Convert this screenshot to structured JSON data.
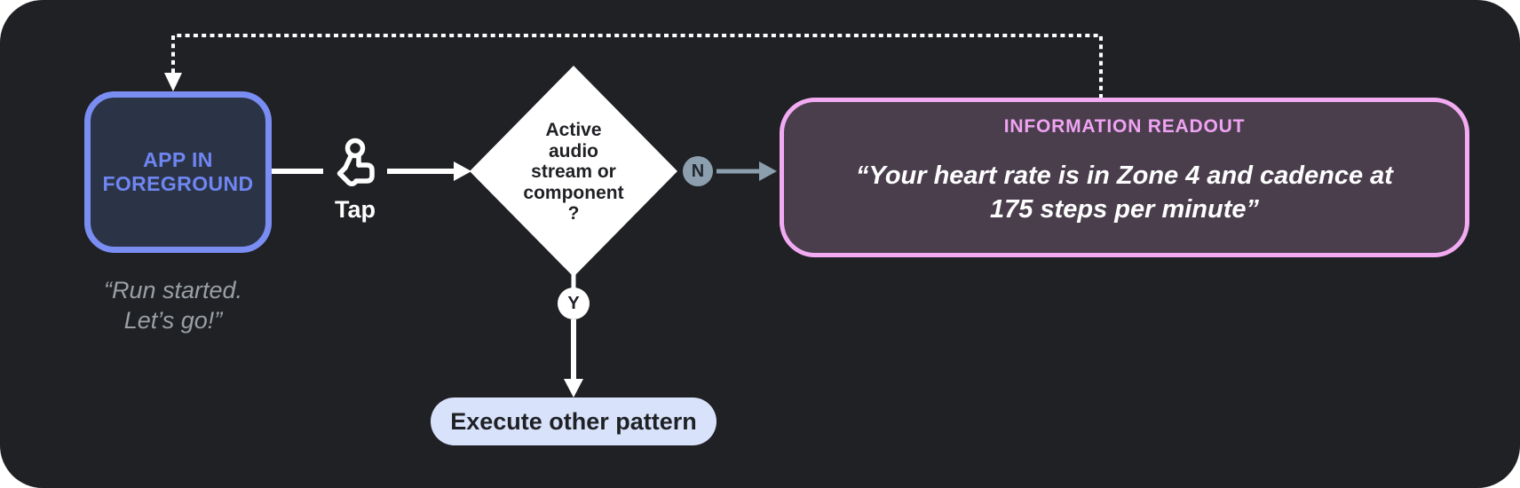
{
  "colors": {
    "canvas_bg": "#202124",
    "page_bg": "#FFFFFF",
    "accent_blue_border": "#7A8DF3",
    "accent_blue_text": "#6F86F2",
    "app_node_bg": "#2B3446",
    "muted_gray": "#9AA0A6",
    "slate_branch": "#8C9FAE",
    "accent_pink_border": "#F2ABF3",
    "accent_pink_text": "#F0A3F3",
    "readout_bg": "#4A3E4D",
    "pill_bg": "#D8E2FB",
    "ink_dark": "#1F2124",
    "connector_white": "#FFFFFF"
  },
  "flow": {
    "app_node": {
      "label": "APP IN FOREGROUND",
      "caption": "“Run started.\nLet’s go!”"
    },
    "tap": {
      "label": "Tap",
      "icon": "tap-gesture-icon"
    },
    "decision": {
      "question": "Active\naudio\nstream or\ncomponent\n?"
    },
    "branch_no": {
      "label": "N"
    },
    "branch_yes": {
      "label": "Y"
    },
    "readout": {
      "title": "INFORMATION READOUT",
      "quote": "“Your heart rate is in Zone 4 and cadence at\n175 steps per minute”"
    },
    "other_pattern": {
      "label": "Execute other pattern"
    }
  }
}
